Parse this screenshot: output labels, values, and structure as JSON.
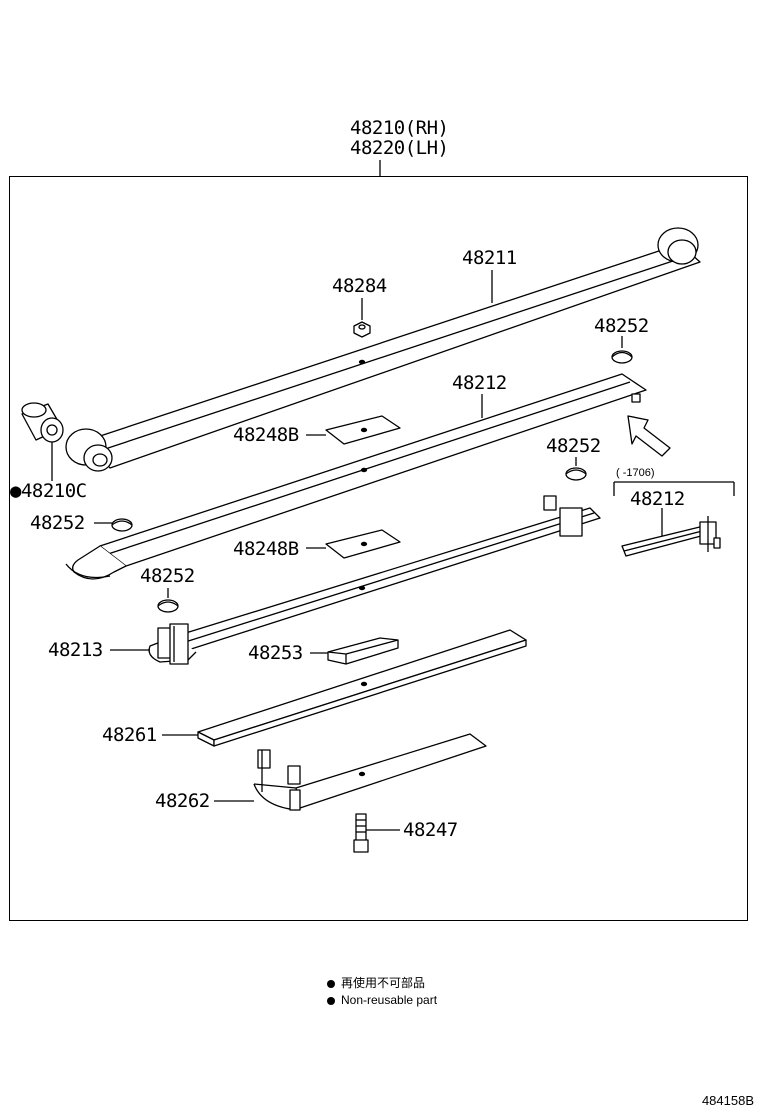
{
  "assembly": {
    "rh": "48210(RH)",
    "lh": "48220(LH)"
  },
  "parts": {
    "p48211": "48211",
    "p48284": "48284",
    "p48252_a": "48252",
    "p48212": "48212",
    "p48248b_a": "48248B",
    "p48252_b": "48252",
    "p48210c": "●48210C",
    "p48252_c": "48252",
    "p48248b_b": "48248B",
    "p48252_d": "48252",
    "p48213": "48213",
    "p48253": "48253",
    "p48261": "48261",
    "p48262": "48262",
    "p48247": "48247"
  },
  "inset": {
    "date_range": "( -1706)",
    "part": "48212"
  },
  "legend": [
    {
      "text": "再使用不可部品"
    },
    {
      "text": "Non-reusable part"
    }
  ],
  "doc_id": "484158B"
}
